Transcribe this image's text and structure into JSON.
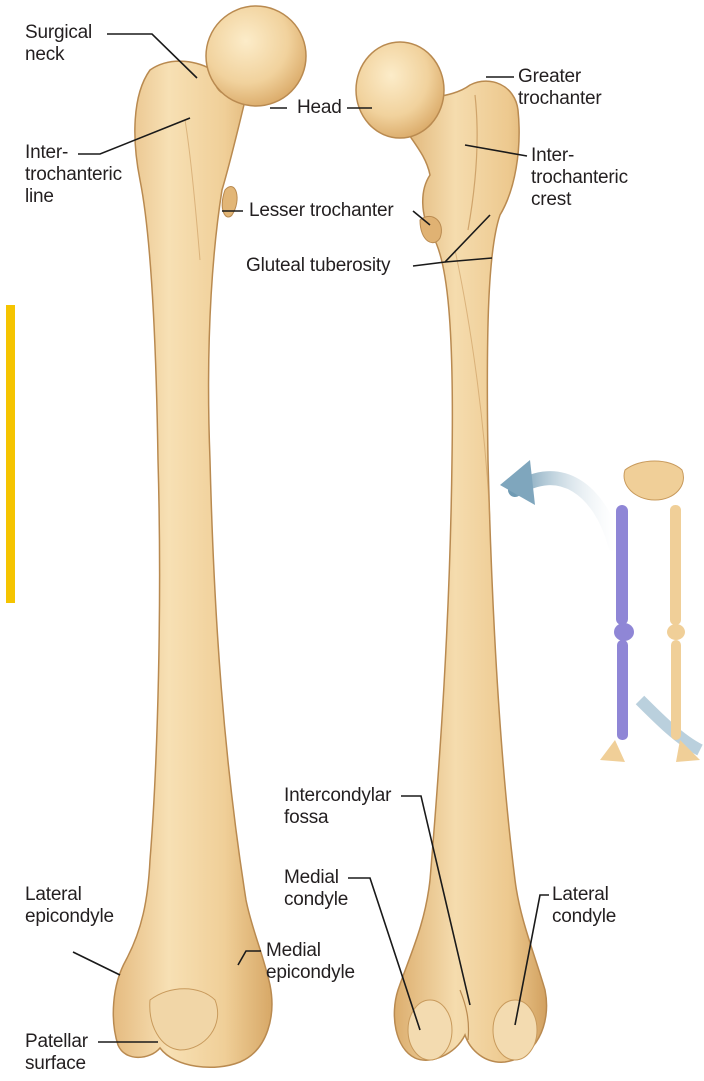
{
  "colors": {
    "bone_fill": "#f2d3a0",
    "bone_light": "#fbe9c6",
    "bone_shade": "#d9ab6c",
    "bone_outline": "#b98a50",
    "leader_line": "#1a1a1a",
    "accent_bar": "#f5c400",
    "arrow": "#7fa6bd",
    "skeleton_highlight": "#8f86d6",
    "label_text": "#231f20"
  },
  "labels": {
    "surgical_neck": [
      "Surgical",
      "neck"
    ],
    "intertrochanteric_line": [
      "Inter-",
      "trochanteric",
      "line"
    ],
    "head": "Head",
    "lesser_trochanter": "Lesser trochanter",
    "gluteal_tuberosity": "Gluteal tuberosity",
    "greater_trochanter": [
      "Greater",
      "trochanter"
    ],
    "intertrochanteric_crest": [
      "Inter-",
      "trochanteric",
      "crest"
    ],
    "lateral_epicondyle": [
      "Lateral",
      "epicondyle"
    ],
    "patellar_surface": [
      "Patellar",
      "surface"
    ],
    "intercondylar_fossa": [
      "Intercondylar",
      "fossa"
    ],
    "medial_condyle": [
      "Medial",
      "condyle"
    ],
    "medial_epicondyle": [
      "Medial",
      "epicondyle"
    ],
    "lateral_condyle": [
      "Lateral",
      "condyle"
    ]
  },
  "icons": {
    "anterior_femur": "femur-anterior-view",
    "posterior_femur": "femur-posterior-view",
    "skeleton_locator": "lower-limb-skeleton-icon",
    "pointer_arrow": "curved-arrow-icon"
  }
}
